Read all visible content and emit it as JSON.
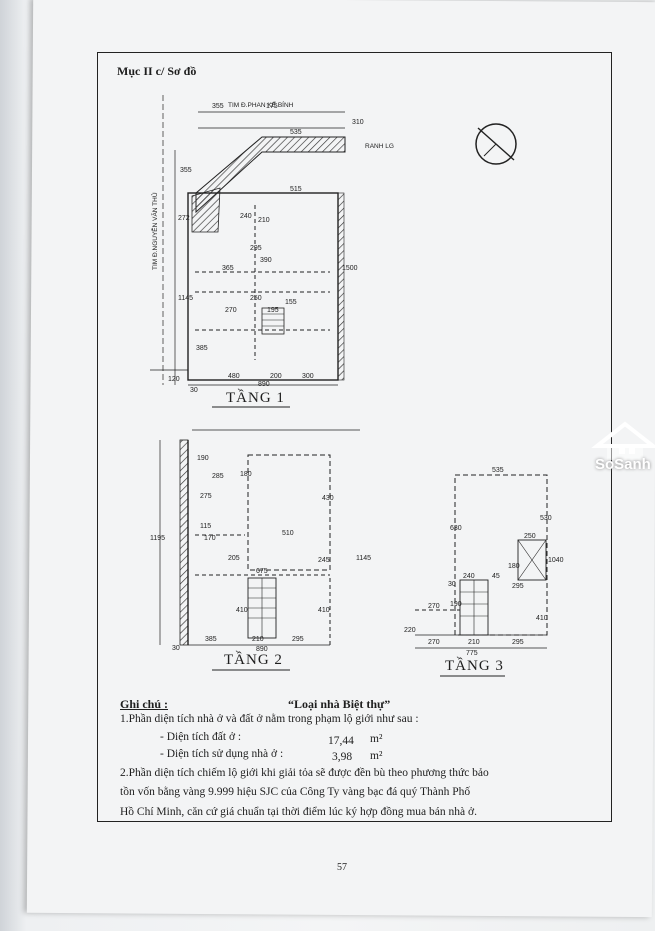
{
  "section_title": "Mục II c/ Sơ đồ",
  "floors": {
    "floor1": "TẦNG 1",
    "floor2": "TẦNG 2",
    "floor3": "TẦNG 3"
  },
  "plan_labels": {
    "street_top": "TIM Đ.PHAN KẾ BÍNH",
    "street_left": "TIM Đ.NGUYỄN VĂN THỦ",
    "boundary": "RANH LG"
  },
  "dims_floor1": [
    "355",
    "175",
    "535",
    "310",
    "355",
    "515",
    "272",
    "240",
    "210",
    "365",
    "390",
    "295",
    "1145",
    "270",
    "250",
    "195",
    "155",
    "385",
    "1500",
    "480",
    "200",
    "300",
    "890",
    "120",
    "30"
  ],
  "dims_floor2": [
    "190",
    "285",
    "180",
    "275",
    "115",
    "170",
    "205",
    "1195",
    "410",
    "430",
    "510",
    "675",
    "245",
    "30",
    "385",
    "210",
    "295",
    "890",
    "410",
    "1145"
  ],
  "dims_floor3": [
    "535",
    "630",
    "530",
    "250",
    "1040",
    "180",
    "240",
    "30",
    "45",
    "295",
    "270",
    "190",
    "410",
    "220",
    "270",
    "210",
    "295",
    "775"
  ],
  "notes": {
    "title": "Ghi chú :",
    "house_type": "“Loại nhà Biệt thự”",
    "line1": "1.Phần diện tích nhà ở và đất ở nằm trong phạm lộ giới như sau :",
    "land_area_label": "- Diện tích đất ở :",
    "land_area_value": "17,44",
    "use_area_label": "- Diện tích sử dụng nhà ở :",
    "use_area_value": "3,98",
    "unit": "m²",
    "line2a": "2.Phần diện tích chiếm lộ giới khi giải tỏa sẽ được đền bù theo phương thức bảo",
    "line2b": "tồn vốn bằng vàng 9.999 hiệu SJC của Công Ty vàng bạc đá quý Thành Phố",
    "line2c": "Hồ Chí Minh, căn cứ giá chuẩn tại thời điểm lúc ký hợp đồng mua bán nhà ở."
  },
  "page_mark": "57",
  "watermark": "SoSanh"
}
